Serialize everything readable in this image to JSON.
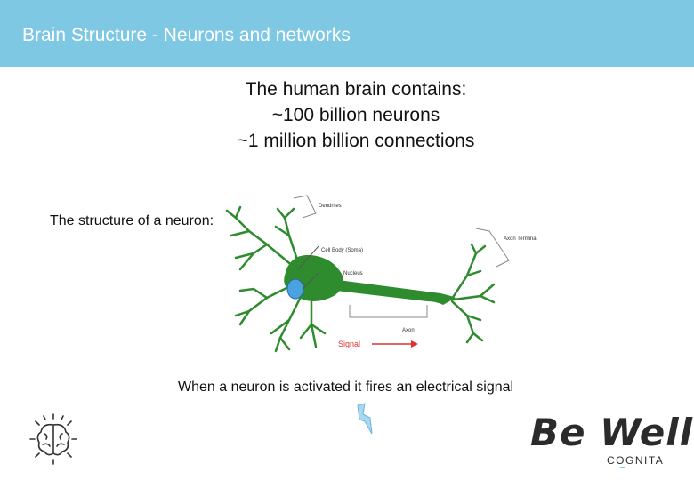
{
  "header": {
    "title": "Brain Structure - Neurons and networks"
  },
  "intro": {
    "line1": "The human brain contains:",
    "line2": "~100 billion neurons",
    "line3": "~1 million billion connections"
  },
  "structure_label": "The structure of a neuron:",
  "diagram": {
    "dendrites": "Dendrites",
    "axon_terminal": "Axon Terminal",
    "cell_body": "Cell Body (Soma)",
    "nucleus": "Nucleus",
    "axon": "Axon",
    "signal": "Signal"
  },
  "signal_caption": "When a neuron is activated it fires an electrical signal",
  "branding": {
    "logo": "Be Well",
    "sub": "COGNITA"
  },
  "colors": {
    "header": "#7ec8e3",
    "neuron": "#2e8b2e",
    "nucleus": "#4aa3e0",
    "signal": "#e03030"
  },
  "icons": [
    "brain-icon",
    "lightning-bolt-icon"
  ]
}
